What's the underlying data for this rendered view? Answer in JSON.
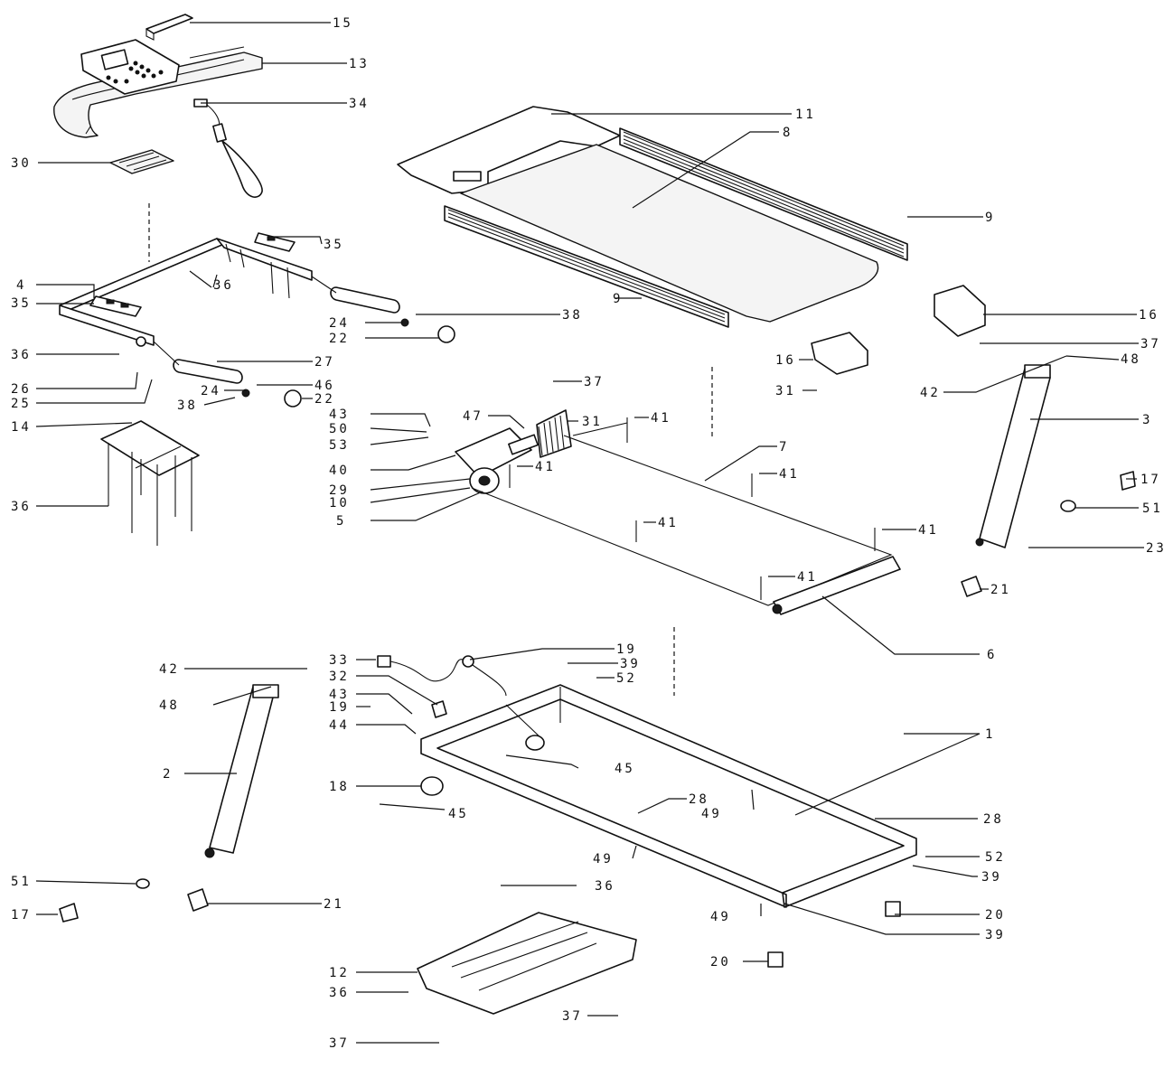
{
  "callouts": [
    {
      "id": "c-15a",
      "num": "15"
    },
    {
      "id": "c-13",
      "num": "13"
    },
    {
      "id": "c-34",
      "num": "34"
    },
    {
      "id": "c-30",
      "num": "30"
    },
    {
      "id": "c-11",
      "num": "11"
    },
    {
      "id": "c-8",
      "num": "8"
    },
    {
      "id": "c-9a",
      "num": "9"
    },
    {
      "id": "c-35a",
      "num": "35"
    },
    {
      "id": "c-4",
      "num": "4"
    },
    {
      "id": "c-35b",
      "num": "35"
    },
    {
      "id": "c-36a",
      "num": "36"
    },
    {
      "id": "c-24a",
      "num": "24"
    },
    {
      "id": "c-22a",
      "num": "22"
    },
    {
      "id": "c-38a",
      "num": "38"
    },
    {
      "id": "c-9b",
      "num": "9"
    },
    {
      "id": "c-36b",
      "num": "36"
    },
    {
      "id": "c-16a",
      "num": "16"
    },
    {
      "id": "c-16b",
      "num": "16"
    },
    {
      "id": "c-37a",
      "num": "37"
    },
    {
      "id": "c-48a",
      "num": "48"
    },
    {
      "id": "c-27",
      "num": "27"
    },
    {
      "id": "c-26",
      "num": "26"
    },
    {
      "id": "c-46",
      "num": "46"
    },
    {
      "id": "c-25",
      "num": "25"
    },
    {
      "id": "c-24b",
      "num": "24"
    },
    {
      "id": "c-22b",
      "num": "22"
    },
    {
      "id": "c-38b",
      "num": "38"
    },
    {
      "id": "c-31a",
      "num": "31"
    },
    {
      "id": "c-42a",
      "num": "42"
    },
    {
      "id": "c-37b",
      "num": "37"
    },
    {
      "id": "c-14",
      "num": "14"
    },
    {
      "id": "c-43a",
      "num": "43"
    },
    {
      "id": "c-47",
      "num": "47"
    },
    {
      "id": "c-41a",
      "num": "41"
    },
    {
      "id": "c-31b",
      "num": "31"
    },
    {
      "id": "c-3",
      "num": "3"
    },
    {
      "id": "c-50",
      "num": "50"
    },
    {
      "id": "c-53",
      "num": "53"
    },
    {
      "id": "c-7",
      "num": "7"
    },
    {
      "id": "c-40",
      "num": "40"
    },
    {
      "id": "c-41b",
      "num": "41"
    },
    {
      "id": "c-41c",
      "num": "41"
    },
    {
      "id": "c-17a",
      "num": "17"
    },
    {
      "id": "c-29",
      "num": "29"
    },
    {
      "id": "c-36c",
      "num": "36"
    },
    {
      "id": "c-10",
      "num": "10"
    },
    {
      "id": "c-51a",
      "num": "51"
    },
    {
      "id": "c-5",
      "num": "5"
    },
    {
      "id": "c-41d",
      "num": "41"
    },
    {
      "id": "c-41e",
      "num": "41"
    },
    {
      "id": "c-23",
      "num": "23"
    },
    {
      "id": "c-41f",
      "num": "41"
    },
    {
      "id": "c-21a",
      "num": "21"
    },
    {
      "id": "c-6",
      "num": "6"
    },
    {
      "id": "c-19a",
      "num": "19"
    },
    {
      "id": "c-33",
      "num": "33"
    },
    {
      "id": "c-39a",
      "num": "39"
    },
    {
      "id": "c-42b",
      "num": "42"
    },
    {
      "id": "c-32",
      "num": "32"
    },
    {
      "id": "c-52a",
      "num": "52"
    },
    {
      "id": "c-48b",
      "num": "48"
    },
    {
      "id": "c-43b",
      "num": "43"
    },
    {
      "id": "c-19b",
      "num": "19"
    },
    {
      "id": "c-44",
      "num": "44"
    },
    {
      "id": "c-1",
      "num": "1"
    },
    {
      "id": "c-2",
      "num": "2"
    },
    {
      "id": "c-45a",
      "num": "45"
    },
    {
      "id": "c-18",
      "num": "18"
    },
    {
      "id": "c-28a",
      "num": "28"
    },
    {
      "id": "c-49a",
      "num": "49"
    },
    {
      "id": "c-45b",
      "num": "45"
    },
    {
      "id": "c-28b",
      "num": "28"
    },
    {
      "id": "c-49b",
      "num": "49"
    },
    {
      "id": "c-52b",
      "num": "52"
    },
    {
      "id": "c-51b",
      "num": "51"
    },
    {
      "id": "c-39b",
      "num": "39"
    },
    {
      "id": "c-36d",
      "num": "36"
    },
    {
      "id": "c-17b",
      "num": "17"
    },
    {
      "id": "c-21b",
      "num": "21"
    },
    {
      "id": "c-20a",
      "num": "20"
    },
    {
      "id": "c-49c",
      "num": "49"
    },
    {
      "id": "c-39c",
      "num": "39"
    },
    {
      "id": "c-20b",
      "num": "20"
    },
    {
      "id": "c-12",
      "num": "12"
    },
    {
      "id": "c-36e",
      "num": "36"
    },
    {
      "id": "c-37c",
      "num": "37"
    },
    {
      "id": "c-37d",
      "num": "37"
    }
  ]
}
